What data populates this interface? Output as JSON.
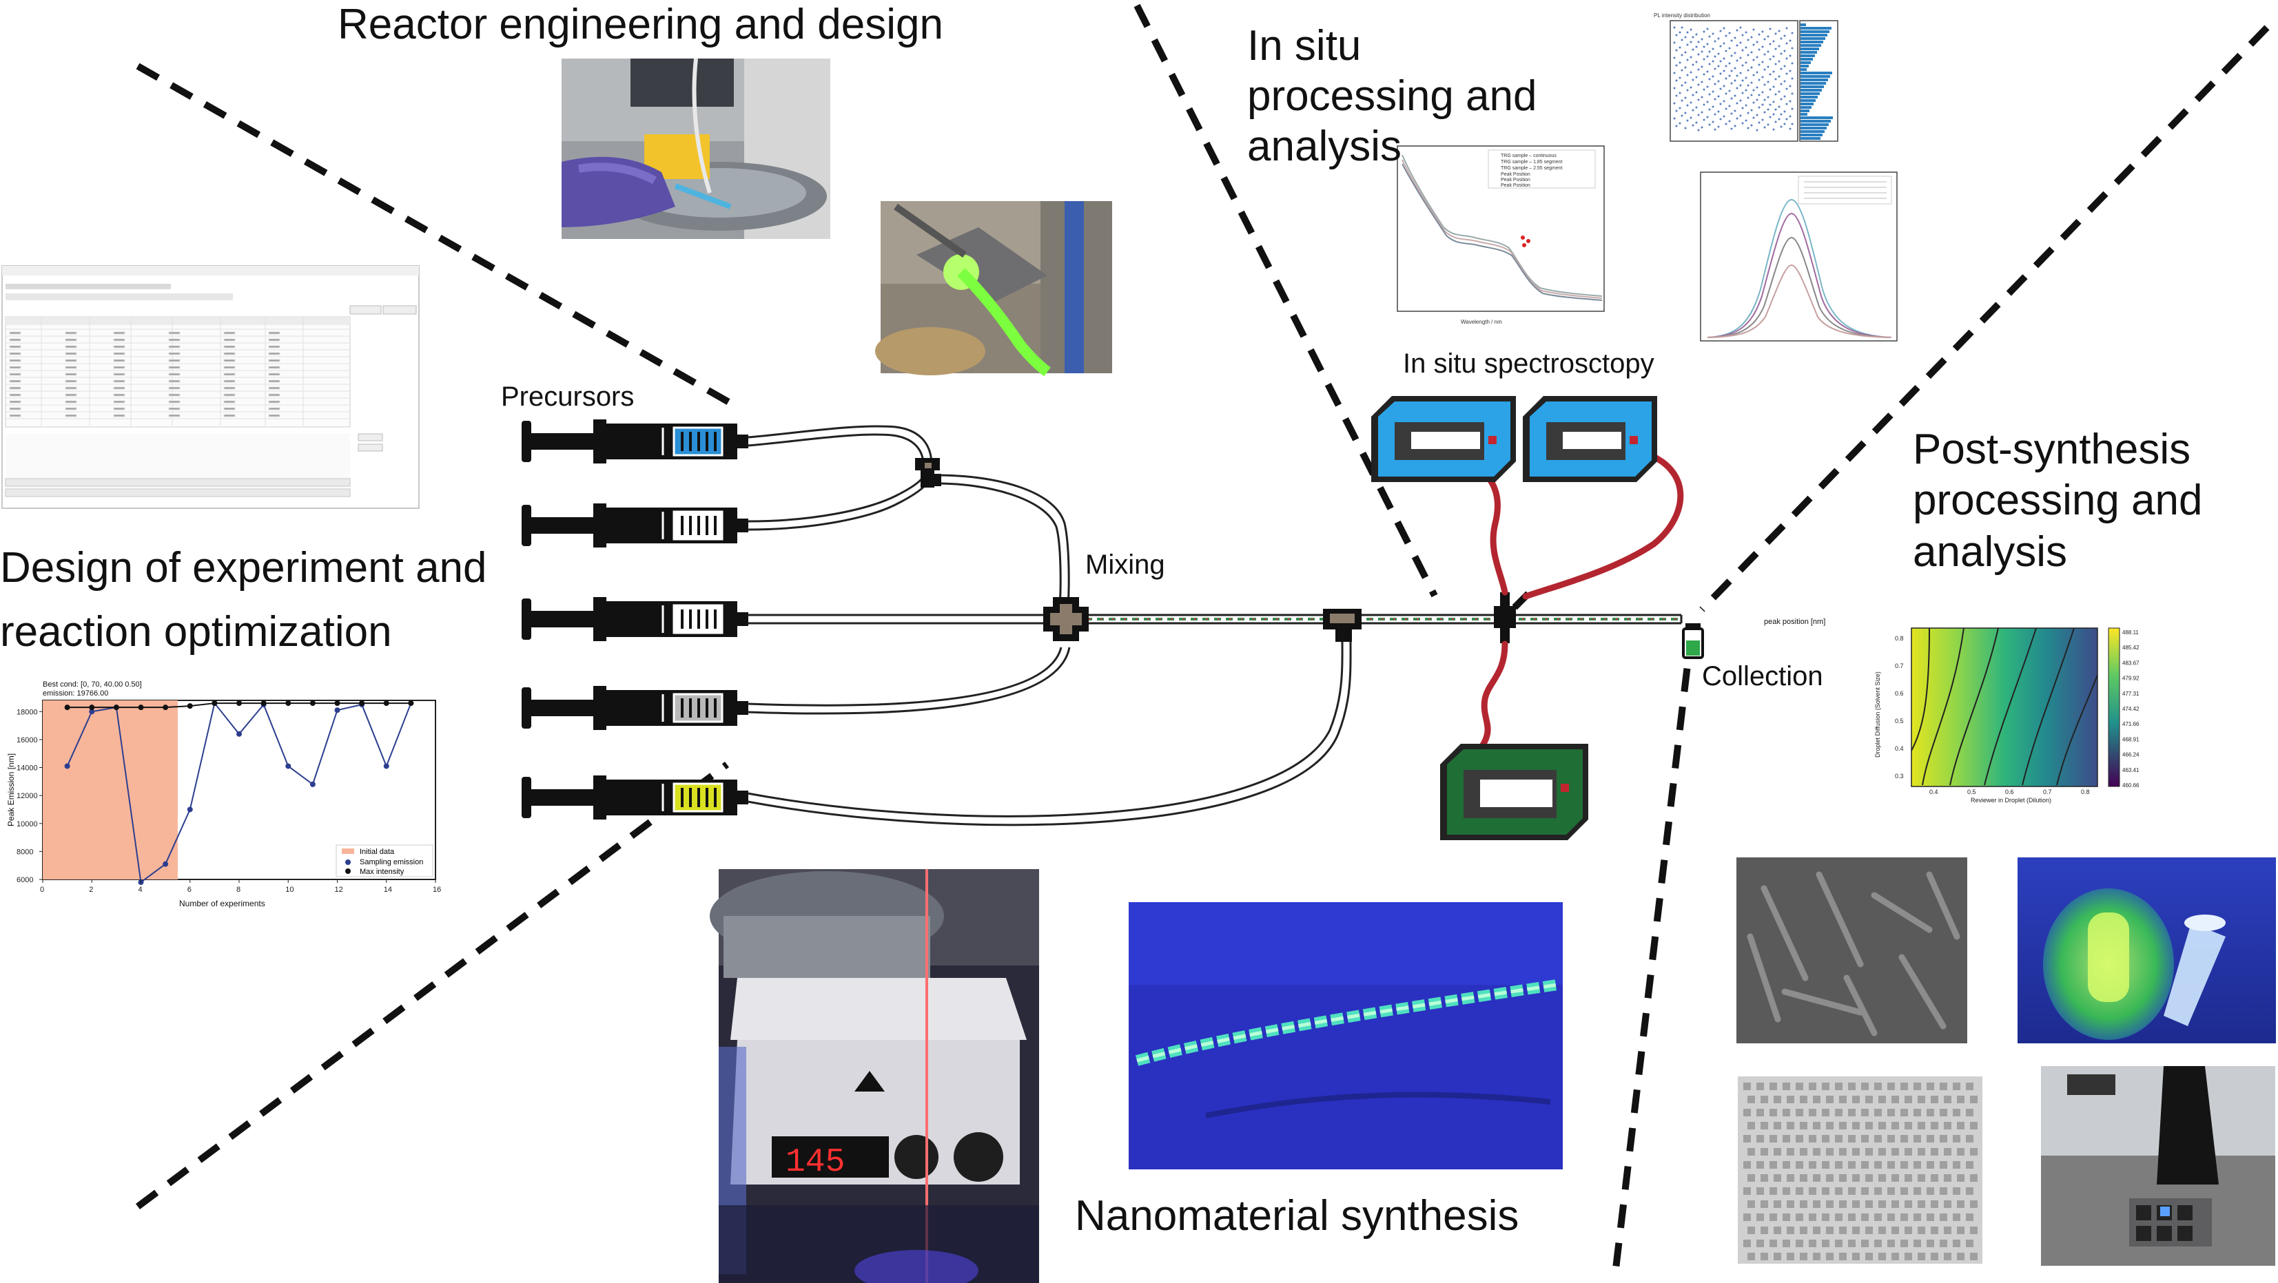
{
  "labels": {
    "reactor": "Reactor engineering and design",
    "doe": "Design of experiment and\nreaction optimization",
    "insitu_proc": "In situ\nprocessing and\nanalysis",
    "insitu_spec": "In situ spectrosctopy",
    "post": "Post-synthesis\nprocessing and\nanalysis",
    "precursors": "Precursors",
    "mixing": "Mixing",
    "collection": "Collection",
    "nano": "Nanomaterial synthesis"
  },
  "colors": {
    "syringe_1": "#2a8fd6",
    "syringe_2": "#ffffff",
    "syringe_3": "#ffffff",
    "syringe_4": "#b8b8b8",
    "syringe_5": "#d8e020",
    "spectrometer_blue": "#2ba3e6",
    "spectrometer_green": "#1f6e35",
    "fiber": "#c3262f",
    "vial": "#2fa84a",
    "plot_line": "#2c3e8f",
    "initial_region": "#f7b59a"
  },
  "opt_plot": {
    "title_line1": "Best cond: [0, 70, 40.00 0.50]",
    "title_line2": "emission: 19766.00",
    "ylabel": "Peak Emission [nm]",
    "xlabel": "Number of experiments",
    "legend": [
      "Initial data",
      "Sampling emission",
      "Max intensity"
    ],
    "xticks": [
      "0",
      "2",
      "4",
      "6",
      "8",
      "10",
      "12",
      "14",
      "16"
    ],
    "yticks": [
      "6000",
      "8000",
      "10000",
      "12000",
      "14000",
      "16000",
      "18000"
    ]
  },
  "chart_data": {
    "type": "line",
    "title": "Best cond: [0, 70, 40.00 0.50]",
    "xlabel": "Number of experiments",
    "ylabel": "Peak Emission [nm]",
    "xlim": [
      0,
      16
    ],
    "ylim": [
      6000,
      18800
    ],
    "series": [
      {
        "name": "Sampling emission",
        "x": [
          1,
          2,
          3,
          4,
          5,
          6,
          7,
          8,
          9,
          10,
          11,
          12,
          13,
          14,
          15
        ],
        "values": [
          14100,
          18000,
          18300,
          5800,
          7100,
          11000,
          18600,
          16400,
          18500,
          14100,
          12800,
          18100,
          18500,
          14100,
          18600
        ]
      },
      {
        "name": "Max intensity",
        "x": [
          1,
          2,
          3,
          4,
          5,
          6,
          7,
          8,
          9,
          10,
          11,
          12,
          13,
          14,
          15
        ],
        "values": [
          18300,
          18300,
          18300,
          18300,
          18300,
          18400,
          18600,
          18600,
          18600,
          18600,
          18600,
          18600,
          18600,
          18600,
          18600
        ]
      }
    ],
    "initial_data_range": [
      0,
      5.5
    ],
    "legend": "bottom-right"
  },
  "heatmap": {
    "title": "peak position [nm]",
    "ylabel": "Droplet Diffusion (Solvent Size)",
    "xlabel": "Reviewer in Droplet (Dilution)",
    "xticks": [
      "0.4",
      "0.5",
      "0.6",
      "0.7",
      "0.8"
    ],
    "yticks": [
      "0.3",
      "0.4",
      "0.5",
      "0.6",
      "0.7",
      "0.8"
    ],
    "colorbar": [
      "488.11",
      "485.42",
      "483.67",
      "479.92",
      "477.31",
      "474.42",
      "471.66",
      "468.91",
      "466.24",
      "463.41",
      "460.66"
    ]
  },
  "uvvis": {
    "legend": [
      "TRG sample – continuous",
      "TRG sample – 1.85 segment",
      "TRG sample – 2.55 segment",
      "Peak Position",
      "Peak Position",
      "Peak Position"
    ],
    "xlabel": "Wavelength / nm"
  },
  "pl_dist": {
    "title": "PL intensity distribution"
  }
}
